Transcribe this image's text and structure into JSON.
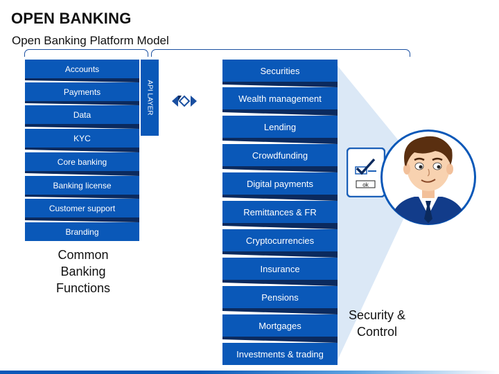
{
  "header": {
    "title": "OPEN BANKING",
    "subtitle": "Open Banking Platform Model"
  },
  "left_column": {
    "items": [
      {
        "label": "Accounts"
      },
      {
        "label": "Payments"
      },
      {
        "label": "Data"
      },
      {
        "label": "KYC"
      },
      {
        "label": "Core banking"
      },
      {
        "label": "Banking license"
      },
      {
        "label": "Customer support"
      },
      {
        "label": "Branding"
      }
    ],
    "caption": "Common Banking Functions"
  },
  "api_layer": {
    "label": "API LAYER"
  },
  "right_column": {
    "items": [
      {
        "label": "Securities"
      },
      {
        "label": "Wealth management"
      },
      {
        "label": "Lending"
      },
      {
        "label": "Crowdfunding"
      },
      {
        "label": "Digital payments"
      },
      {
        "label": "Remittances & FR"
      },
      {
        "label": "Cryptocurrencies"
      },
      {
        "label": "Insurance"
      },
      {
        "label": "Pensions"
      },
      {
        "label": "Mortgages"
      },
      {
        "label": "Investments & trading"
      }
    ]
  },
  "security": {
    "caption": "Security & Control",
    "ok_label": "ok"
  },
  "colors": {
    "box_blue": "#0a58b8",
    "fold_dark": "#0b2a5e",
    "beam": "#dbe8f6"
  },
  "icons": [
    "double-arrow-icon",
    "checklist-icon",
    "businessman-avatar"
  ]
}
